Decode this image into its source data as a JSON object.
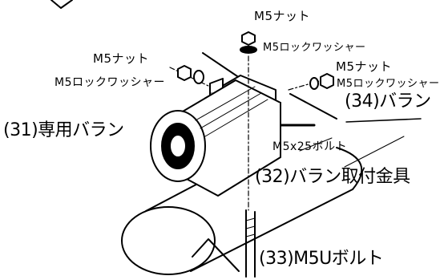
{
  "labels": {
    "nut_top": "M5ナット",
    "washer_top": "M5ロックワッシャー",
    "nut_left": "M5ナット",
    "washer_left": "M5ロックワッシャー",
    "nut_right": "M5ナット",
    "washer_right": "M5ロックワッシャー",
    "bolt": "M5x25ボルト",
    "part31": "(31)専用バラン",
    "part32": "(32)バラン取付金具",
    "part33": "(33)M5Uボルト",
    "part34": "(34)バラン"
  }
}
